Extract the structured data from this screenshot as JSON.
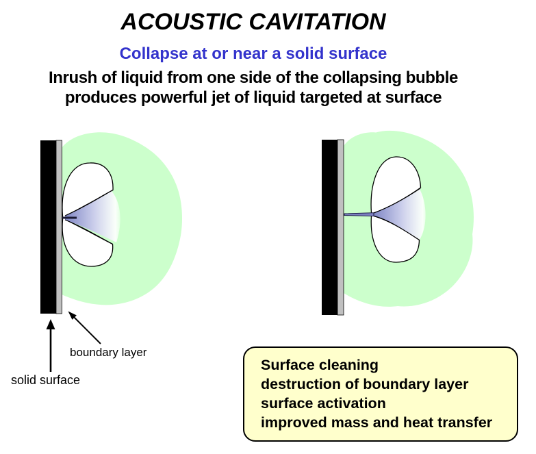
{
  "slide": {
    "title": "ACOUSTIC CAVITATION",
    "subtitle": "Collapse at or near a solid surface",
    "body_line1": "Inrush of liquid from one side of the collapsing bubble",
    "body_line2": "produces powerful jet of liquid targeted at surface"
  },
  "labels": {
    "boundary_layer": "boundary layer",
    "solid_surface": "solid surface"
  },
  "effects_box": {
    "lines": [
      "Surface cleaning",
      "destruction of boundary layer",
      "surface activation",
      "improved mass and heat transfer"
    ]
  },
  "colors": {
    "subtitle_blue": "#3333cc",
    "liquid_green": "#ccffcc",
    "jet_purple": "#8087c6",
    "jet_mid": "#cdd0ec",
    "boundary_gray": "#c0c0c0",
    "surface_black": "#000000",
    "box_yellow": "#ffffcc",
    "text_black": "#000000"
  }
}
